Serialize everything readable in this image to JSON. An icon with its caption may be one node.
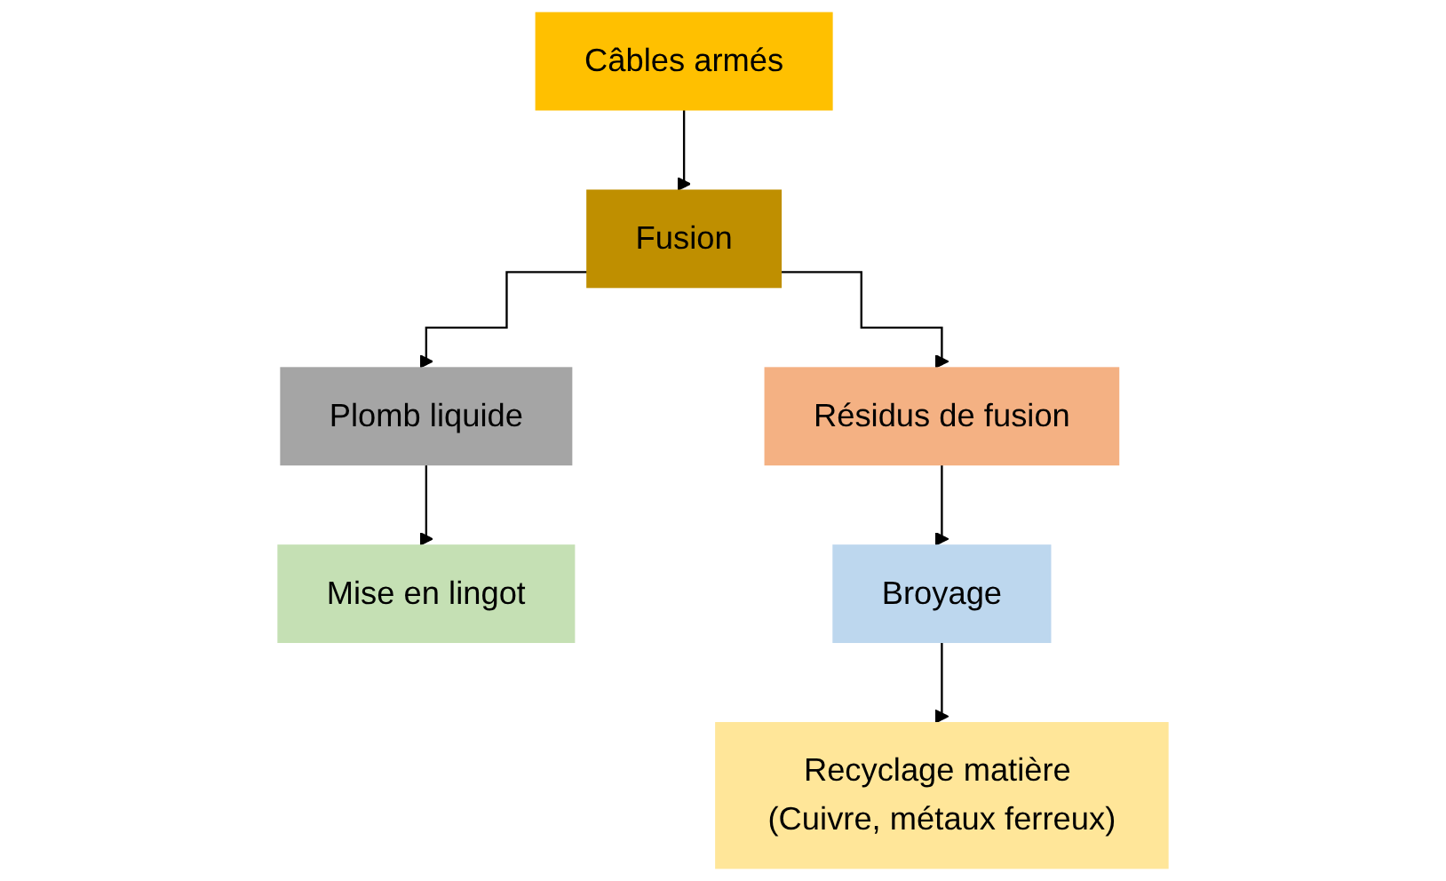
{
  "diagram": {
    "nodes": [
      {
        "text": [
          "Câbles armés"
        ]
      },
      {
        "text": [
          "Fusion"
        ]
      },
      {
        "text": [
          "Plomb liquide"
        ]
      },
      {
        "text": [
          "Résidus de fusion"
        ]
      },
      {
        "text": [
          "Mise en lingot"
        ]
      },
      {
        "text": [
          "Broyage"
        ]
      },
      {
        "text": [
          "Recyclage matière (Cuivre, métaux ferreux)"
        ]
      }
    ],
    "edges": [
      {
        "from": 0,
        "to": 1,
        "arrow": "to"
      },
      {
        "from": 1,
        "to": 2,
        "arrow": "to"
      },
      {
        "from": 1,
        "to": 3,
        "arrow": "to"
      },
      {
        "from": 2,
        "to": 4,
        "arrow": "to"
      },
      {
        "from": 3,
        "to": 5,
        "arrow": "to"
      },
      {
        "from": 5,
        "to": 6,
        "arrow": "to"
      }
    ]
  }
}
